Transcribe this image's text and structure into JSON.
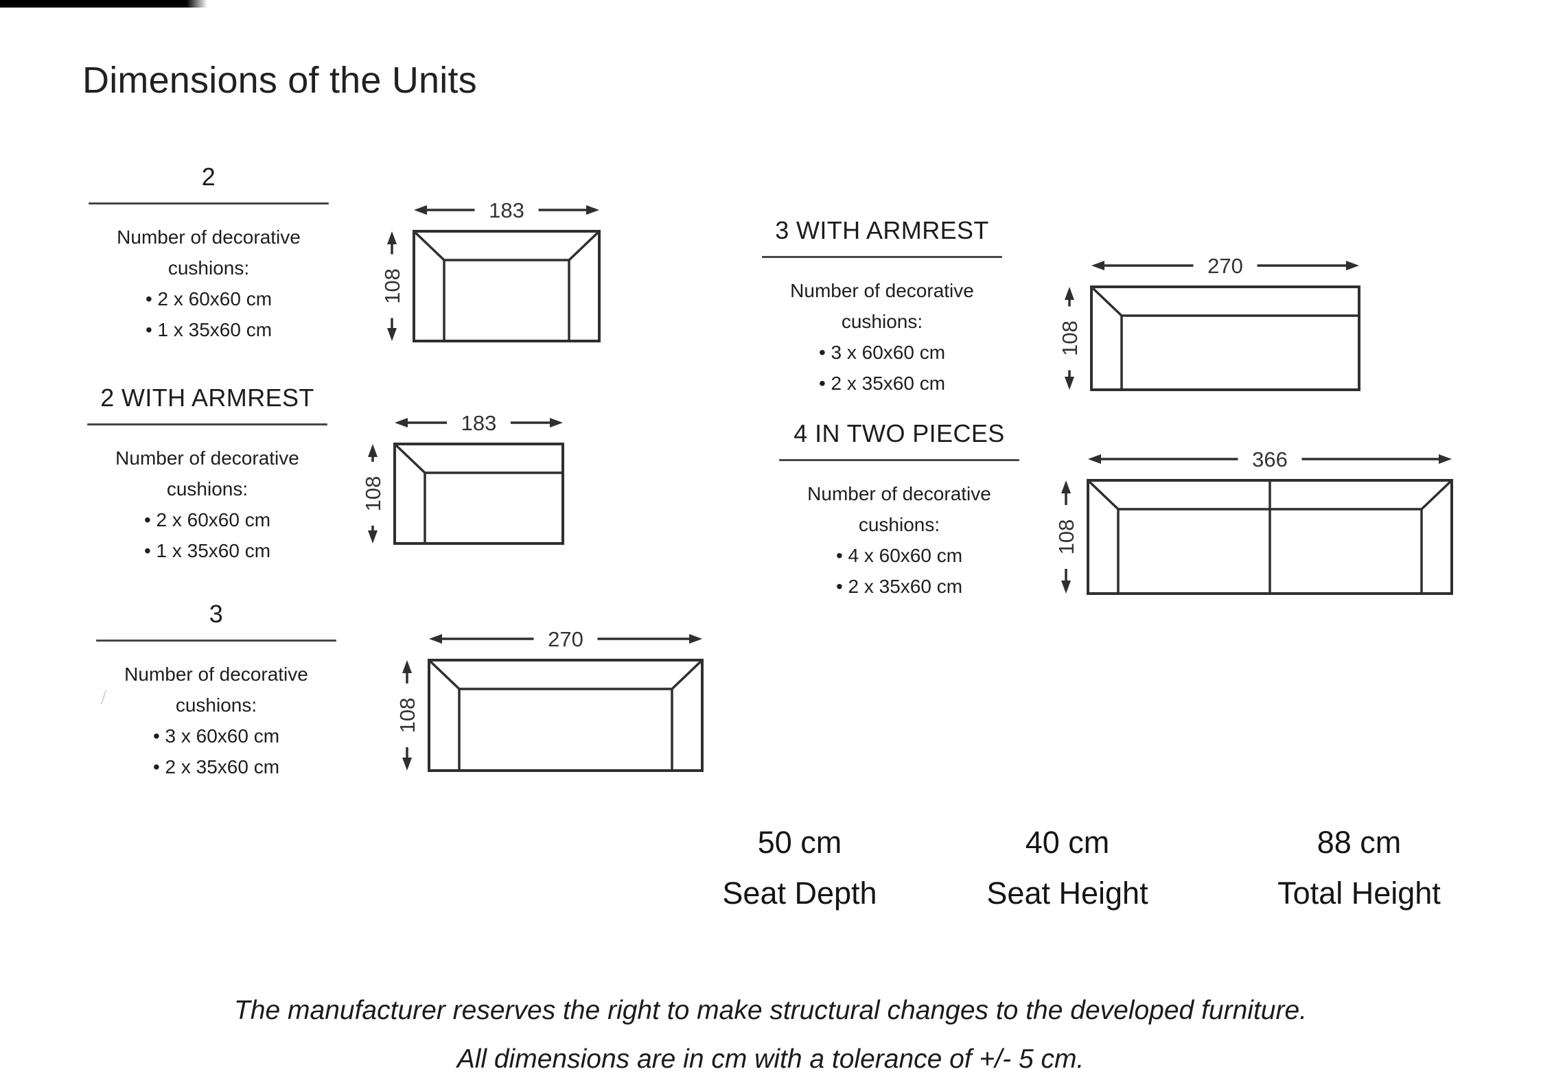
{
  "title": "Dimensions of the Units",
  "labels": {
    "cushions": "Number of decorative cushions:"
  },
  "units": [
    {
      "name": "2",
      "bullets": [
        "2 x 60x60 cm",
        "1 x 35x60 cm"
      ],
      "width_label": "183",
      "height_label": "108",
      "armrests": "both",
      "pieces": 1
    },
    {
      "name": "2 WITH ARMREST",
      "bullets": [
        "2 x 60x60 cm",
        "1 x 35x60 cm"
      ],
      "width_label": "183",
      "height_label": "108",
      "armrests": "left",
      "pieces": 1
    },
    {
      "name": "3",
      "bullets": [
        "3 x 60x60 cm",
        "2 x 35x60 cm"
      ],
      "width_label": "270",
      "height_label": "108",
      "armrests": "both",
      "pieces": 1
    },
    {
      "name": "3 WITH ARMREST",
      "bullets": [
        "3 x 60x60 cm",
        "2 x 35x60 cm"
      ],
      "width_label": "270",
      "height_label": "108",
      "armrests": "left",
      "pieces": 1
    },
    {
      "name": "4 IN TWO PIECES",
      "bullets": [
        "4 x 60x60 cm",
        "2 x 35x60 cm"
      ],
      "width_label": "366",
      "height_label": "108",
      "armrests": "both",
      "pieces": 2
    }
  ],
  "stats": [
    {
      "value": "50 cm",
      "label": "Seat Depth"
    },
    {
      "value": "40 cm",
      "label": "Seat Height"
    },
    {
      "value": "88 cm",
      "label": "Total Height"
    }
  ],
  "footer": {
    "line1": "The manufacturer reserves the right to make structural changes to the developed furniture.",
    "line2": "All dimensions are in cm with a tolerance of +/- 5 cm."
  }
}
